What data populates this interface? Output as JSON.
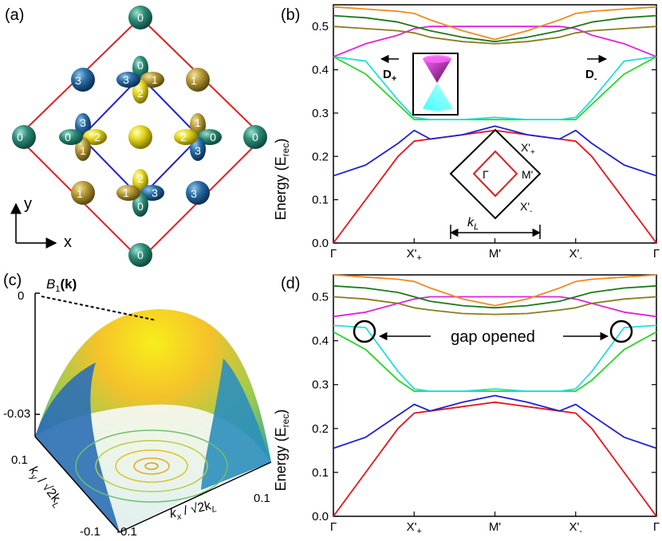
{
  "panel_labels": {
    "a": "(a)",
    "b": "(b)",
    "c": "(c)",
    "d": "(d)"
  },
  "panel_a": {
    "axis_x": "x",
    "axis_y": "y",
    "orbitals": [
      {
        "label": "0",
        "color": "teal"
      },
      {
        "label": "3",
        "color": "blue"
      },
      {
        "label": "1",
        "color": "gold"
      },
      {
        "label": "0",
        "color": "teal"
      },
      {
        "label": "3",
        "color": "blue"
      },
      {
        "label": "2",
        "color": "yellow"
      },
      {
        "label": "1",
        "color": "gold"
      }
    ]
  },
  "panel_b": {
    "ylabel": "Energy (E",
    "ylabel_sub": "rec",
    "ylabel_close": ")",
    "inset_labels": {
      "gamma": "Γ",
      "m": "M'",
      "xp": "X'",
      "xp_sub": "+",
      "xm": "X'",
      "xm_sub": "-",
      "kl": "k",
      "kl_sub": "L"
    },
    "arrow_labels": {
      "dp": "D",
      "dp_sub": "+",
      "dm": "D",
      "dm_sub": "-"
    }
  },
  "panel_c": {
    "zlabel": "B",
    "zlabel_sub": "1",
    "zlabel_arg": "(k)",
    "z_ticks": [
      "0",
      "-0.03"
    ],
    "ky_ticks": [
      "0.1",
      "-0.1"
    ],
    "kx_ticks": [
      "-0.1",
      "0.1"
    ],
    "ky_label": "k",
    "ky_sub": "y",
    "kx_label": "k",
    "kx_sub": "x",
    "norm_label": " / √2k",
    "norm_sub": "L"
  },
  "panel_d": {
    "ylabel": "Energy (E",
    "ylabel_sub": "rec",
    "ylabel_close": ")",
    "annotation": "gap opened"
  },
  "chart_data": [
    {
      "type": "line",
      "panel": "b",
      "title": "",
      "xlabel": "",
      "ylabel": "Energy (Erec)",
      "x_ticks": [
        "Γ",
        "X'+",
        "M'",
        "X'-",
        "Γ"
      ],
      "ylim": [
        0,
        0.55
      ],
      "y_ticks": [
        0.0,
        0.1,
        0.2,
        0.3,
        0.4,
        0.5
      ],
      "x": [
        0,
        0.1,
        0.2,
        0.25,
        0.3,
        0.4,
        0.5,
        0.6,
        0.7,
        0.75,
        0.8,
        0.9,
        1.0
      ],
      "series": [
        {
          "color": "#e8141b",
          "values": [
            0.0,
            0.1,
            0.2,
            0.235,
            0.24,
            0.25,
            0.26,
            0.25,
            0.24,
            0.235,
            0.2,
            0.1,
            0.0
          ]
        },
        {
          "color": "#1f1fd6",
          "values": [
            0.155,
            0.18,
            0.23,
            0.26,
            0.24,
            0.25,
            0.27,
            0.25,
            0.24,
            0.26,
            0.23,
            0.18,
            0.155
          ]
        },
        {
          "color": "#27d827",
          "values": [
            0.43,
            0.39,
            0.32,
            0.285,
            0.285,
            0.285,
            0.285,
            0.285,
            0.285,
            0.285,
            0.32,
            0.39,
            0.43
          ]
        },
        {
          "color": "#22dede",
          "values": [
            0.43,
            0.42,
            0.33,
            0.29,
            0.285,
            0.285,
            0.29,
            0.285,
            0.285,
            0.29,
            0.33,
            0.42,
            0.43
          ]
        },
        {
          "color": "#e020e0",
          "values": [
            0.43,
            0.46,
            0.48,
            0.495,
            0.5,
            0.5,
            0.5,
            0.5,
            0.5,
            0.495,
            0.48,
            0.46,
            0.43
          ]
        },
        {
          "color": "#8b7d1e",
          "values": [
            0.5,
            0.495,
            0.49,
            0.485,
            0.475,
            0.465,
            0.46,
            0.465,
            0.475,
            0.485,
            0.49,
            0.495,
            0.5
          ]
        },
        {
          "color": "#1b7a1b",
          "values": [
            0.525,
            0.52,
            0.51,
            0.5,
            0.49,
            0.475,
            0.465,
            0.475,
            0.49,
            0.5,
            0.51,
            0.52,
            0.525
          ]
        },
        {
          "color": "#f08a1e",
          "values": [
            0.545,
            0.54,
            0.535,
            0.53,
            0.515,
            0.49,
            0.47,
            0.49,
            0.515,
            0.53,
            0.535,
            0.54,
            0.545
          ]
        }
      ]
    },
    {
      "type": "line",
      "panel": "d",
      "title": "",
      "xlabel": "",
      "ylabel": "Energy (Erec)",
      "x_ticks": [
        "Γ",
        "X'+",
        "M'",
        "X'-",
        "Γ"
      ],
      "ylim": [
        0,
        0.55
      ],
      "y_ticks": [
        0.0,
        0.1,
        0.2,
        0.3,
        0.4,
        0.5
      ],
      "x": [
        0,
        0.1,
        0.2,
        0.25,
        0.3,
        0.4,
        0.5,
        0.6,
        0.7,
        0.75,
        0.8,
        0.9,
        1.0
      ],
      "series": [
        {
          "color": "#e8141b",
          "values": [
            0.0,
            0.1,
            0.2,
            0.235,
            0.24,
            0.25,
            0.26,
            0.25,
            0.24,
            0.235,
            0.2,
            0.1,
            0.0
          ]
        },
        {
          "color": "#1f1fd6",
          "values": [
            0.155,
            0.18,
            0.23,
            0.255,
            0.24,
            0.26,
            0.275,
            0.26,
            0.24,
            0.255,
            0.23,
            0.18,
            0.155
          ]
        },
        {
          "color": "#27d827",
          "values": [
            0.42,
            0.38,
            0.31,
            0.285,
            0.285,
            0.285,
            0.285,
            0.285,
            0.285,
            0.285,
            0.31,
            0.38,
            0.42
          ]
        },
        {
          "color": "#22dede",
          "values": [
            0.435,
            0.43,
            0.33,
            0.29,
            0.285,
            0.285,
            0.29,
            0.285,
            0.285,
            0.29,
            0.33,
            0.43,
            0.435
          ]
        },
        {
          "color": "#e020e0",
          "values": [
            0.455,
            0.465,
            0.485,
            0.495,
            0.5,
            0.5,
            0.5,
            0.5,
            0.5,
            0.495,
            0.485,
            0.465,
            0.455
          ]
        },
        {
          "color": "#8b7d1e",
          "values": [
            0.5,
            0.495,
            0.485,
            0.475,
            0.47,
            0.462,
            0.46,
            0.462,
            0.47,
            0.475,
            0.485,
            0.495,
            0.5
          ]
        },
        {
          "color": "#1b7a1b",
          "values": [
            0.525,
            0.52,
            0.51,
            0.5,
            0.49,
            0.48,
            0.475,
            0.48,
            0.49,
            0.5,
            0.51,
            0.52,
            0.525
          ]
        },
        {
          "color": "#f08a1e",
          "values": [
            0.55,
            0.545,
            0.54,
            0.535,
            0.52,
            0.495,
            0.48,
            0.495,
            0.52,
            0.535,
            0.54,
            0.545,
            0.55
          ]
        }
      ]
    }
  ]
}
